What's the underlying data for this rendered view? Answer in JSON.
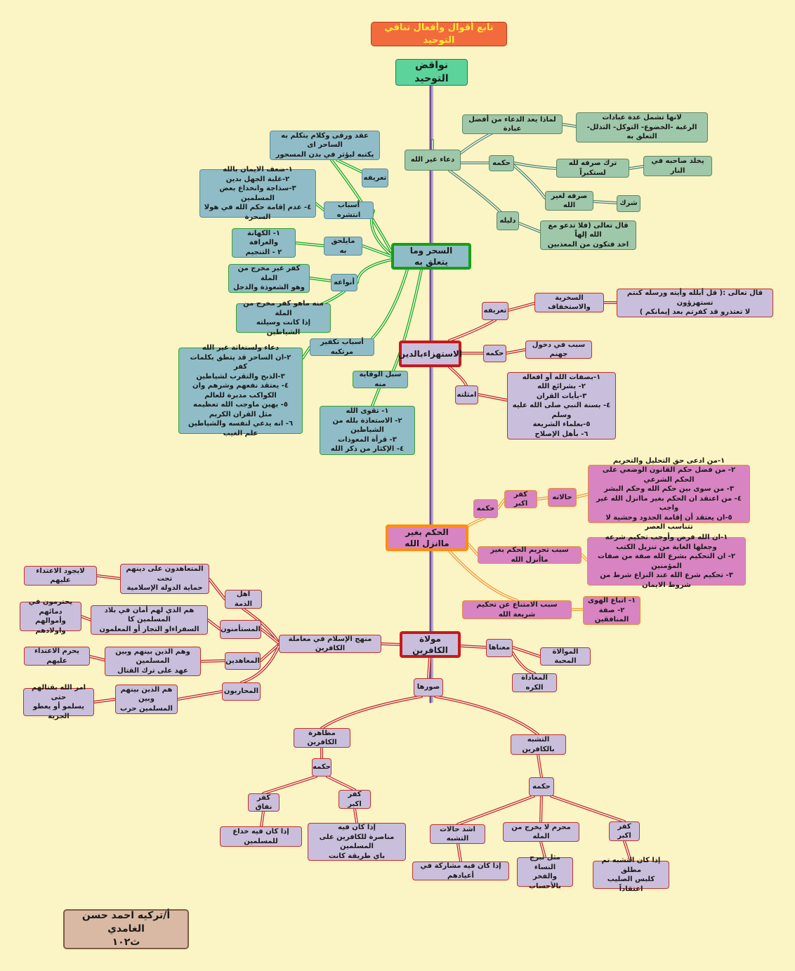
{
  "title": "تابع أقوال وأفعال تنافي التوحيد",
  "root": "نواقض التوحيد",
  "author": "أ/تركيه احمد حسن الغامدي\nث١٠٢",
  "dua": {
    "main": "دعاء غير الله",
    "why": "لماذا يعد الدعاء من أفضل عبادة",
    "why_answer": "لانها تشمل عدة عبادات\nالرغبة -الخضوع- التوكل- التذلل- التعلق به",
    "ruling": "حكمه",
    "ruling_1": "ترك صرفه لله لستكبراً",
    "ruling_1_result": "يخلد صاحبه في النار",
    "ruling_2": "صرفه لغير الله",
    "ruling_2_result": "شرك",
    "evidence": "دليله",
    "evidence_text": "قال تعالى (فلا تدعو مع الله إلهاً\nاخد فتكون من المعذبين"
  },
  "sihr": {
    "main": "السحر وما يتعلق به",
    "definition": "تعريفه",
    "definition_text": "عقد ورقى وكلام يتكلم به الساحر اى\nيكتبه ليؤثر في بدن المسحور",
    "spread": "أسباب انتشره",
    "spread_text": "١-ضعف الايمان بالله\n٢-غلبة الجهل بدين\n٣-سذاجة وانخداع بعض المسلمين\n٤- عدم إقامة حكم الله في هولا السحرة",
    "related": "مايلحق به",
    "related_text": "١- الكهانة والعرافة\n٢ - التنجيم",
    "types": "أنواعه",
    "type_1": "كفر غير مخرج من الملة\nوهو الشعوذة والدجل",
    "type_2": "منه ماهو كفر مخرج من الملة\nإذا كانت وسيلته الشياطين",
    "kufr_causes": "أسباب تكفير مرتكبه",
    "kufr_causes_text": "دعاء ولستغاثة غير الله\n٢-ان الساحر قد يتطق بكلمات كفر\n٣-الذبح والتقرب لشياطين\n٤- يعتقد نفعهم وشرهم وان\nالكواكب مدبرة للعالم\n٥- يهين ماوجب الله تعظيمه\nمثل القران الكريم\n٦- انه يدعي لنفسه والشياطين علم الغيب",
    "protection": "سبل الوقاية منه",
    "protection_text": "١- تقوى الله\n٢- الاستعاذة بلله من الشياطين\n٣- قرأة المعوذات\n٤- الإكثار من ذكر الله"
  },
  "istihza": {
    "main": "الاستهزاءبالدين",
    "definition": "تعريفه",
    "definition_text": "السخرية والاستخفاف",
    "verse": "قال تعالى :( قل أبلله وأيته ورسله كنتم تستهزؤون\nلا تعتذرو قد كفرتم بعد إيمانكم )",
    "ruling": "حكمه",
    "ruling_text": "سبب في دخول جهنم",
    "examples": "امثلته",
    "examples_text": "١-بصفات الله أو افعاله\n٢- بشرائع الله\n٣-بأيات القران\n٤- بسنة النبي صلى الله عليه وسلم\n٥-بعلماء الشريعة\n٦- بأهل الإصلاح"
  },
  "hukm": {
    "main": "الحكم بغير ماانزل الله",
    "ruling": "حكمه",
    "kufr": "كفر اكبر",
    "cases": "حالاته",
    "cases_text": "١-من ادعى حق التحليل والتحريم\n٢- من فضل حكم القانون الوضعي على الحكم الشرعي\n٣- من سوى بين حكم الله وحكم البشر\n٤- من اعتقد ان الحكم بغير ماانزل الله غير واجب\n٥-ان يعتقد أن إقامة الحدود وحشية لا تتناسب العصر",
    "prohibition": "سبب تحريم الحكم بغير ماأنزل الله",
    "prohibition_text": "١-ان الله فرض وأوجب تحكيم شرعه\nوجعلها الغاية من تنزيل الكتب\n٢- ان التحكيم بشرع الله صفة من صفات المؤمنين\n٣- تحكيم شرع الله عند النزاع شرط من شروط الايمان",
    "refusal": "سبب الامتناع عن تحكيم شريعة الله",
    "refusal_text": "١- اتباع الهوى\n٢- صفة المنافقين"
  },
  "muwalat": {
    "main": "مولاة الكافرين",
    "meaning": "معناها",
    "meaning_1": "الموالاة المحبة",
    "meaning_2": "المعاداة الكره",
    "approach": "منهج الإسلام في معاملة الكافرين",
    "dhimma": "اهل الذمة",
    "dhimma_def": "المتعاهدون على دينهم تحت\nحماية الدولة الإسلامية",
    "dhimma_rule": "لايجود الاعتداء عليهم",
    "mustaminun": "المستأمنون",
    "mustaminun_def": "هم الذي لهم أمان في بلاد المسلمين كا\nالسفراءاو التجار أو المعلمون",
    "mustaminun_rule": "يحترمون في دمائهم\nوأموالهم واولادهم",
    "muahidun": "المعاهدين",
    "muahidun_def": "وهم الذين بينهم وبين المسلمين\nعهد على ترك القتال",
    "muahidun_rule": "يحرم الاعتداء عليهم",
    "muharibun": "المحاربون",
    "muharibun_def": "هم الذين بينهم وبين\nالمسلمين حرب",
    "muharibun_rule": "امر الله بقتالهم حتى\nيسلمو أو يعطو الجزية",
    "forms": "صورها",
    "mudhahara": "مظاهرة الكافرين",
    "mudhahara_ruling": "حكمه",
    "mudhahara_nifaq": "كفر نفاق",
    "mudhahara_nifaq_text": "إذا كان فيه خداع للمسلمين",
    "mudhahara_kufr": "كفر اكبر",
    "mudhahara_kufr_text": "إذا كان فيه\nمناصرة للكافرين على المسلمين\nباي طريقة كانت",
    "tashabbuh": "التشبه بالكافرين",
    "tashabbuh_ruling": "حكمه",
    "tashabbuh_worst": "اشد حالات التشبه",
    "tashabbuh_worst_text": "إذا كان فيه مشاركة في أعيادهم",
    "tashabbuh_haram": "محرم لا يخرج من المله",
    "tashabbuh_haram_text": "مثل تبرج النساء\nوالفخر بالأحساب",
    "tashabbuh_kufr": "كفر اكبر",
    "tashabbuh_kufr_text": "إذا كان التشبه تم مطلق\nكلبس الصليب اعتقاداً"
  },
  "colors": {
    "background": "#fbf4c4",
    "trunk": "#6a4c93",
    "green_link": "#5c8a68",
    "sihr_link": "#22aa22",
    "red_link": "#c2302a",
    "orange_link": "#f0a030"
  }
}
